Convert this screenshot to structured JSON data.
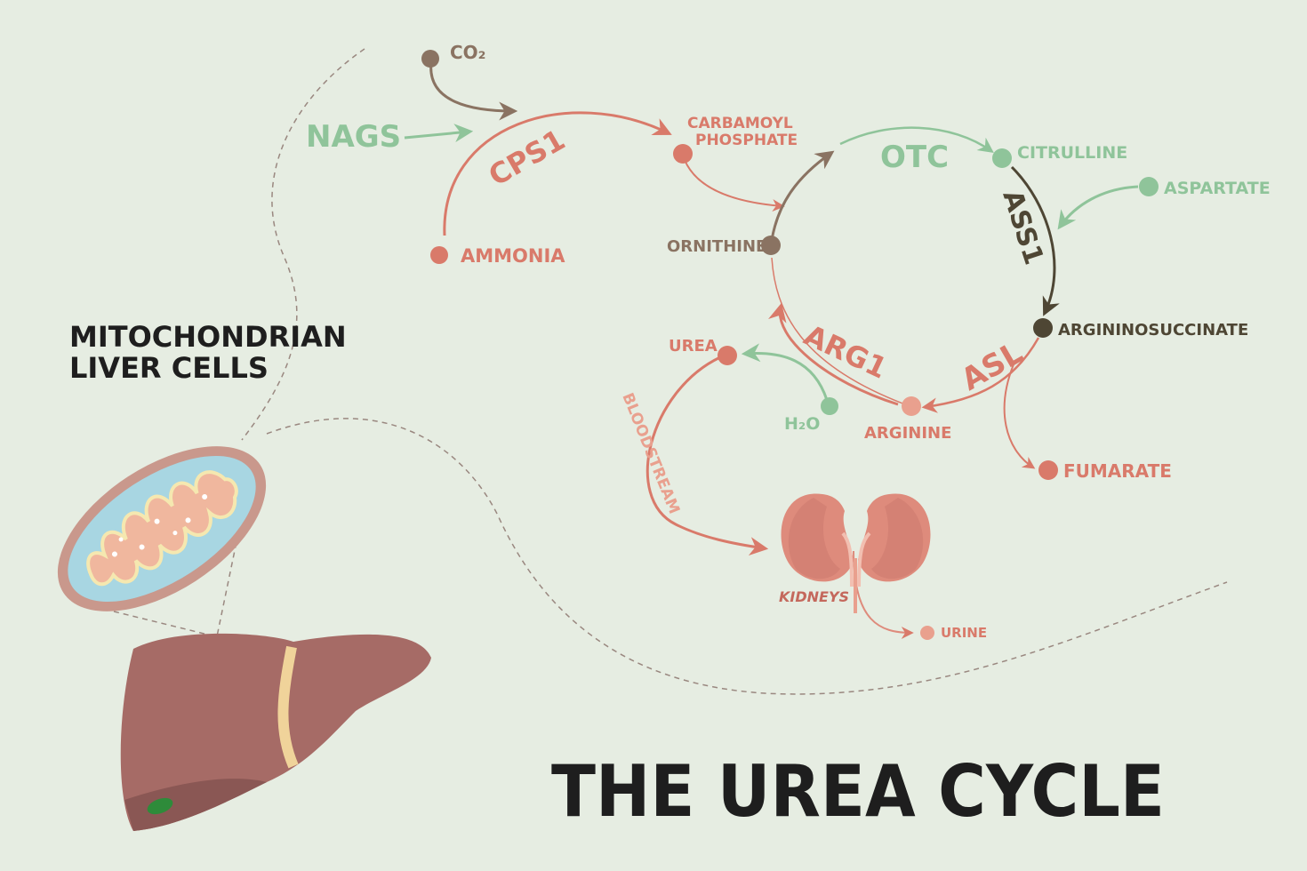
{
  "title": "THE UREA CYCLE",
  "subtitle_lines": [
    "MITOCHONDRIAN",
    "LIVER CELLS"
  ],
  "enzymes": {
    "nags": "NAGS",
    "cps1": "CPS1",
    "otc": "OTC",
    "ass1": "ASS1",
    "asl": "ASL",
    "arg1": "ARG1"
  },
  "metabolites": {
    "co2": "CO₂",
    "ammonia": "AMMONIA",
    "carbamoyl_line1": "CARBAMOYL",
    "carbamoyl_line2": "PHOSPHATE",
    "citrulline": "CITRULLINE",
    "aspartate": "ASPARTATE",
    "ornithine": "ORNITHINE",
    "argininosuccinate": "ARGININOSUCCINATE",
    "urea": "UREA",
    "h2o": "H₂O",
    "arginine": "ARGININE",
    "fumarate": "FUMARATE",
    "urine": "URINE"
  },
  "other_labels": {
    "bloodstream": "BLOODSTREAM",
    "kidneys": "KIDNEYS"
  },
  "colors": {
    "background": "#e6ede2",
    "red": "#d97a6a",
    "green": "#8fc49a",
    "brown": "#8a7362",
    "dark": "#4e4634",
    "liver": "#a66b66",
    "kidney": "#de8b7c"
  }
}
